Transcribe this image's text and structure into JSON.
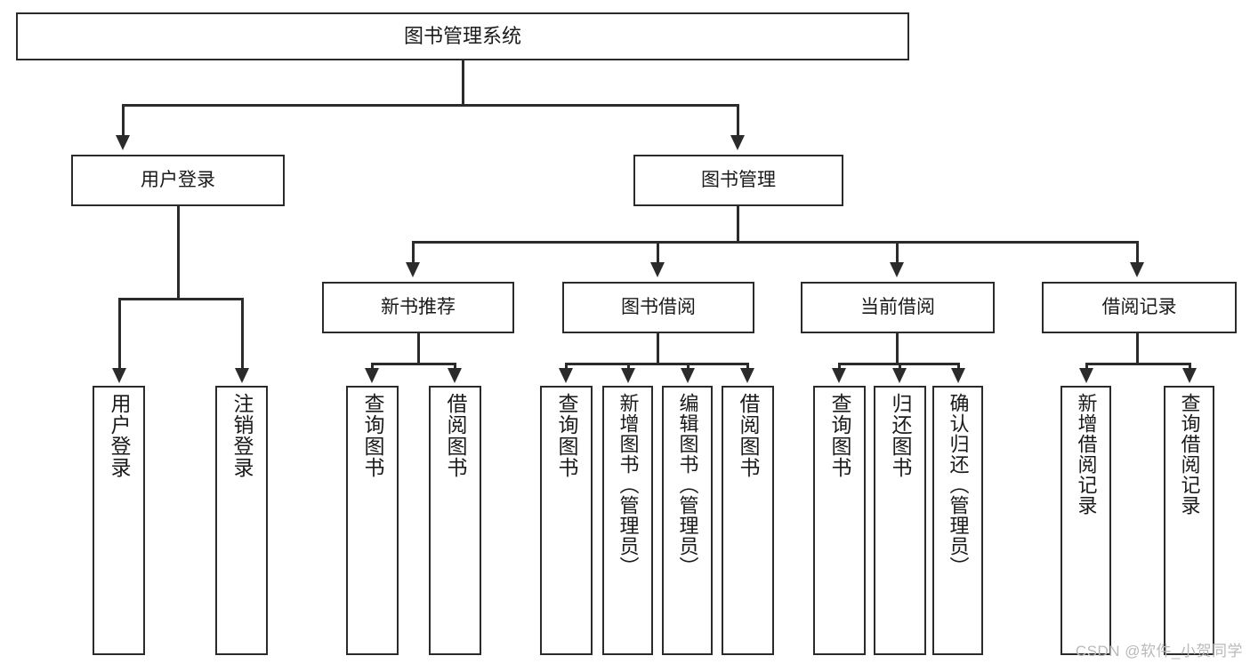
{
  "diagram": {
    "type": "tree",
    "title": "图书管理系统",
    "orientation": "top-down",
    "colors": {
      "stroke": "#2b2b2b",
      "fill": "#ffffff",
      "text": "#1a1a1a",
      "watermark": "#b9b9b9"
    }
  },
  "nodes": {
    "root": {
      "label": "图书管理系统",
      "level": 1
    },
    "l2": [
      {
        "id": "user-login",
        "label": "用户登录",
        "level": 2
      },
      {
        "id": "book-manage",
        "label": "图书管理",
        "level": 2
      }
    ],
    "l3": [
      {
        "id": "new-book-recommend",
        "label": "新书推荐",
        "level": 3
      },
      {
        "id": "book-borrow",
        "label": "图书借阅",
        "level": 3
      },
      {
        "id": "current-borrow",
        "label": "当前借阅",
        "level": 3
      },
      {
        "id": "borrow-record",
        "label": "借阅记录",
        "level": 3
      }
    ],
    "leaves": [
      {
        "id": "leaf-user-login",
        "label": "用户登录",
        "parent": "user-login"
      },
      {
        "id": "leaf-logout-login",
        "label": "注销登录",
        "parent": "user-login"
      },
      {
        "id": "leaf-query-book-1",
        "label": "查询图书",
        "parent": "new-book-recommend"
      },
      {
        "id": "leaf-borrow-book-1",
        "label": "借阅图书",
        "parent": "new-book-recommend"
      },
      {
        "id": "leaf-query-book-2",
        "label": "查询图书",
        "parent": "book-borrow"
      },
      {
        "id": "leaf-add-book",
        "label": "新增图书（管理员）",
        "parent": "book-borrow"
      },
      {
        "id": "leaf-edit-book",
        "label": "编辑图书（管理员）",
        "parent": "book-borrow"
      },
      {
        "id": "leaf-borrow-book-2",
        "label": "借阅图书",
        "parent": "book-borrow"
      },
      {
        "id": "leaf-query-book-3",
        "label": "查询图书",
        "parent": "current-borrow"
      },
      {
        "id": "leaf-return-book",
        "label": "归还图书",
        "parent": "current-borrow"
      },
      {
        "id": "leaf-confirm-return",
        "label": "确认归还（管理员）",
        "parent": "current-borrow"
      },
      {
        "id": "leaf-add-record",
        "label": "新增借阅记录",
        "parent": "borrow-record"
      },
      {
        "id": "leaf-query-record",
        "label": "查询借阅记录",
        "parent": "borrow-record"
      }
    ]
  },
  "watermark": {
    "text": "CSDN @软件_小贺同学"
  }
}
